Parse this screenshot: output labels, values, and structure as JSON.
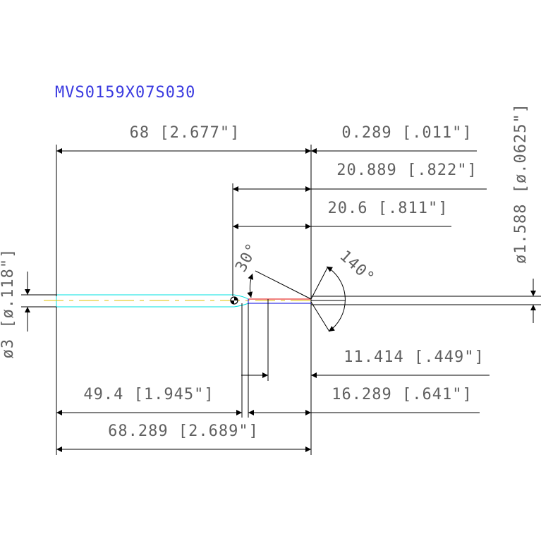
{
  "drawing": {
    "part_number": "MVS0159X07S030",
    "dimensions": {
      "overall_length_68": "68 [2.677\"]",
      "offset_0289": "0.289 [.011\"]",
      "length_20889": "20.889 [.822\"]",
      "length_206": "20.6 [.811\"]",
      "shank_dia": "ø3 [ø.118\"]",
      "tip_dia": "ø1.588 [ø.0625\"]",
      "length_11414": "11.414 [.449\"]",
      "length_16289": "16.289 [.641\"]",
      "length_494": "49.4 [1.945\"]",
      "overall_68289": "68.289 [2.689\"]",
      "angle_30": "30°",
      "angle_140": "140°"
    },
    "colors": {
      "title": "#3a3ae0",
      "dimension_text": "#606060",
      "shank_outline": "#00e0e0",
      "centerline": "#e0c000",
      "tip_red": "#e00000",
      "tip_blue": "#0000e0"
    }
  }
}
